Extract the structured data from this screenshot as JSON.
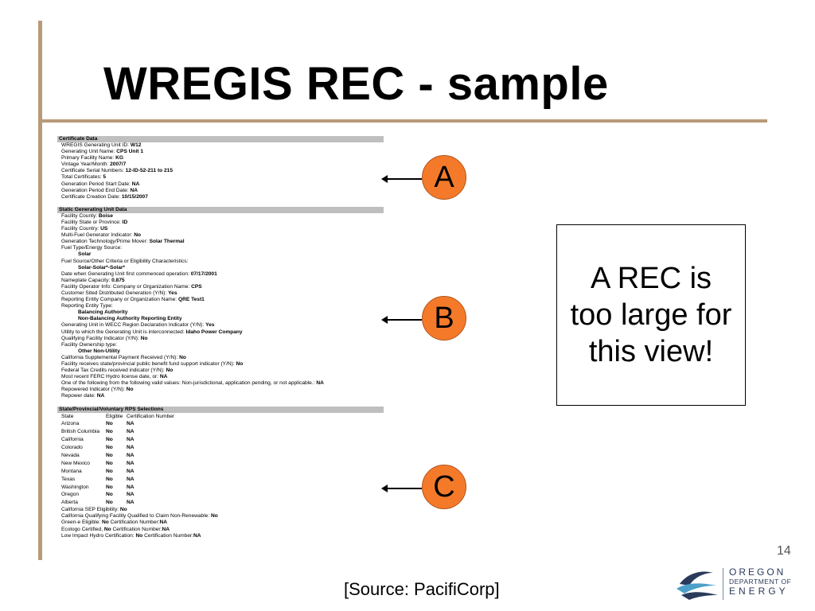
{
  "slide": {
    "title": "WREGIS REC - sample",
    "page_number": "14",
    "source": "[Source: PacifiCorp]",
    "note_text": "A REC is too large for this view!",
    "markers": [
      "A",
      "B",
      "C"
    ],
    "colors": {
      "accent_bar": "#b89a78",
      "marker_fill": "#f47a2a",
      "section_header": "#bfbfbf"
    }
  },
  "certificate": {
    "certificate_data": {
      "header": "Certificate Data",
      "rows": [
        {
          "label": "WREGIS Generating Unit ID:",
          "value": "W12"
        },
        {
          "label": "Generating Unit Name:",
          "value": "CPS Unit 1"
        },
        {
          "label": "Primary Facility Name:",
          "value": "KG"
        },
        {
          "label": "Vintage Year/Month:",
          "value": "2007/7"
        },
        {
          "label": "Certificate Serial Numbers:",
          "value": "12-ID-52-211 to 215"
        },
        {
          "label": "Total Certificates:",
          "value": "5"
        },
        {
          "label": "Generation Period Start Date:",
          "value": "NA"
        },
        {
          "label": "Generation Period End Date:",
          "value": "NA"
        },
        {
          "label": "Certificate Creation Date:",
          "value": "10/15/2007"
        }
      ]
    },
    "static_data": {
      "header": "Static Generating Unit Data",
      "rows": [
        {
          "label": "Facility County:",
          "value": "Boise"
        },
        {
          "label": "Facility State or Province:",
          "value": "ID"
        },
        {
          "label": "Facility Country:",
          "value": "US"
        },
        {
          "label": "Multi-Fuel Generator Indicator:",
          "value": "No"
        },
        {
          "label": "Generation Technology/Prime Mover:",
          "value": "Solar Thermal"
        },
        {
          "label": "Fuel Type/Energy Source:",
          "value": ""
        },
        {
          "sub": "Solar"
        },
        {
          "label": "Fuel Source/Other Criteria or Eligibility Characteristics:",
          "value": ""
        },
        {
          "sub": "Solar-Solar*-Solar*"
        },
        {
          "label": "Date when Generating Unit first commenced operation:",
          "value": "07/17/2001"
        },
        {
          "label": "Nameplate Capacity:",
          "value": "0.875"
        },
        {
          "label": "Facility Operator Info: Company or Organization Name:",
          "value": "CPS"
        },
        {
          "label": "Customer Sited Distributed Generation (Y/N):",
          "value": "Yes"
        },
        {
          "label": "Reporting Entity Company or Organization Name:",
          "value": "QRE Test1"
        },
        {
          "label": "Reporting Entity Type:",
          "value": ""
        },
        {
          "sub": "Balancing Authority"
        },
        {
          "sub": "Non-Balancing Authority Reporting Entity"
        },
        {
          "label": "Generating Unit in WECC Region Declaration Indicator (Y/N):",
          "value": "Yes"
        },
        {
          "label": "Utility to which the Generating Unit is interconnected:",
          "value": "Idaho Power Company"
        },
        {
          "label": "Qualifying Facility Indicator (Y/N):",
          "value": "No"
        },
        {
          "label": "Facility Ownership type:",
          "value": ""
        },
        {
          "sub": "Other Non-Utility"
        },
        {
          "label": "California Supplemental Payment Received (Y/N):",
          "value": "No"
        },
        {
          "label": "Facility receives state/provincial public benefit fund support indicator (Y/N):",
          "value": "No"
        },
        {
          "label": "Federal Tax Credits received indicator (Y/N):",
          "value": "No"
        },
        {
          "label": "Most recent FERC Hydro license date, or:",
          "value": "NA"
        },
        {
          "label": "One of the following from the following valid values: Non-jurisdictional, application pending, or not applicable.:",
          "value": "NA"
        },
        {
          "label": "Repowered Indicator (Y/N):",
          "value": "No"
        },
        {
          "label": "Repower date:",
          "value": "NA"
        }
      ]
    },
    "rps": {
      "header": "State/Provincial/Voluntary RPS Selections",
      "columns": [
        "State",
        "Eligible",
        "Certification Number"
      ],
      "rows": [
        [
          "Arizona",
          "No",
          "NA"
        ],
        [
          "British Columbia",
          "No",
          "NA"
        ],
        [
          "California",
          "No",
          "NA"
        ],
        [
          "Colorado",
          "No",
          "NA"
        ],
        [
          "Nevada",
          "No",
          "NA"
        ],
        [
          "New Mexico",
          "No",
          "NA"
        ],
        [
          "Montana",
          "No",
          "NA"
        ],
        [
          "Texas",
          "No",
          "NA"
        ],
        [
          "Washington",
          "No",
          "NA"
        ],
        [
          "Oregon",
          "No",
          "NA"
        ],
        [
          "Alberta",
          "No",
          "NA"
        ]
      ],
      "footer_rows": [
        [
          {
            "t": "California SEP Eligibility: "
          },
          {
            "b": "No"
          }
        ],
        [
          {
            "t": "California Qualifying Facility Qualified to Claim Non-Renewable: "
          },
          {
            "b": "No"
          }
        ],
        [
          {
            "t": "Green-e Eligible: "
          },
          {
            "b": "No"
          },
          {
            "t": " Certification Number:"
          },
          {
            "b": "NA"
          }
        ],
        [
          {
            "t": "Ecologo Certified, "
          },
          {
            "b": "No"
          },
          {
            "t": " Certification Number:"
          },
          {
            "b": "NA"
          }
        ],
        [
          {
            "t": "Low Impact Hydro Certification: "
          },
          {
            "b": "No"
          },
          {
            "t": " Certification Number:"
          },
          {
            "b": "NA"
          }
        ]
      ]
    }
  },
  "logo": {
    "line1": "OREGON",
    "line2": "DEPARTMENT OF",
    "line3": "ENERGY"
  }
}
